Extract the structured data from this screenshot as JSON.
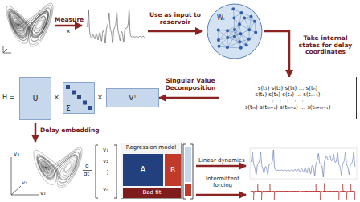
{
  "diagram": {
    "nodes": [
      {
        "text": [
          "Wᵣ"
        ]
      },
      {
        "text": [
          "s(t₁) s(t₂) s(t₃) … s(tₙ)",
          "s(t₂) s(t₃) s(t₄) … s(tₙ₊₁)",
          "⋮ ⋮ ⋮ ⋱ ⋮",
          "s(tₘ) s(tₘ₊₁) s(tₘ₊₂) … s(tₙ₊ₘ₋₁)"
        ]
      },
      {
        "text": [
          "U"
        ]
      },
      {
        "text": [
          "Σ"
        ]
      },
      {
        "text": [
          "Vᵀ"
        ]
      },
      {
        "text": [
          "Regression model"
        ]
      },
      {
        "text": [
          "A"
        ],
        "in": 5
      },
      {
        "text": [
          "B"
        ],
        "in": 5
      },
      {
        "text": [
          "Bad fit"
        ],
        "in": 5
      }
    ],
    "edges": [
      {
        "from": 0,
        "to": 1,
        "arrow": "to",
        "label": "Take internal states for delay coordinates"
      },
      {
        "from": 1,
        "to": 4,
        "arrow": "to",
        "label": "Singular Value Decomposition"
      }
    ],
    "labels": [
      "Measure",
      "x",
      "Use as input to reservoir",
      "H =",
      "×",
      "×",
      "Delay embedding",
      "v₃",
      "v₂",
      "v₁",
      "d",
      "dt",
      "v₁",
      "v₂",
      "⋮",
      "vᵣ",
      "Linear dynamics",
      "Intermittent forcing"
    ]
  }
}
